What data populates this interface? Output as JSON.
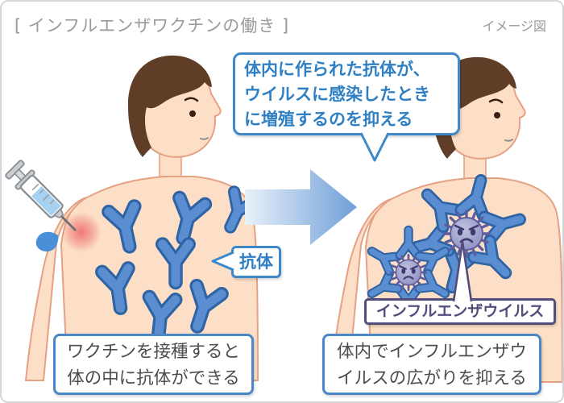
{
  "header": {
    "title": "[ インフルエンザワクチンの働き ]",
    "note": "イメージ図"
  },
  "speech_bubble": {
    "line1": "体内に作られた抗体が、",
    "line2": "ウイルスに感染したとき",
    "line3": "に増殖するのを抑える"
  },
  "labels": {
    "antibody": "抗体",
    "virus": "インフルエンザウイルス"
  },
  "captions": {
    "left_line1": "ワクチンを接種すると",
    "left_line2": "体の中に抗体ができる",
    "right_line1": "体内でインフルエンザウ",
    "right_line2": "イルスの広がりを抑える"
  },
  "icons": {
    "syringe": "syringe-icon",
    "antibody_y": "antibody-y-icon",
    "virus": "influenza-virus-icon",
    "arrow": "transition-arrow-icon",
    "droplet": "vaccine-drop-icon"
  },
  "colors": {
    "frame_border": "#d6d6d6",
    "title_gray": "#9a9a9a",
    "bubble_blue_border": "#3d89cb",
    "bubble_blue_text": "#2e7fc4",
    "caption_border": "#4a86c8",
    "caption_text": "#4c4c4c",
    "virus_label_purple": "#514e7d",
    "antibody_fill": "#5b8ed1",
    "antibody_outline": "#2e63a4",
    "virus_body": "#9b9ccb",
    "virus_dark": "#5f5d9e",
    "skin": "#fcdfc6",
    "skin_outline": "#e5a183",
    "hair_brown": "#5f3d26",
    "arrow_blue": "#7fa8dc",
    "injection_red": "#ef6d6d",
    "drop_blue": "#4a90d9"
  }
}
